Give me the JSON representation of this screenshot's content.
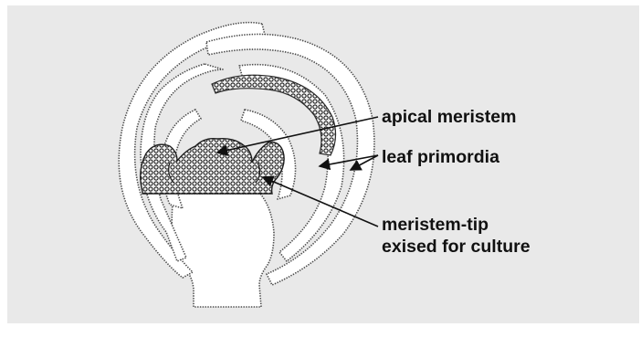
{
  "labels": {
    "apical_meristem": "apical meristem",
    "leaf_primordia": "leaf primordia",
    "meristem_tip_line1": "meristem-tip",
    "meristem_tip_line2": "exised for culture"
  },
  "colors": {
    "background": "#e9e9e9",
    "tissue_fill": "#ffffff",
    "outline_stipple": "#4a4a4a",
    "meristem_dense": "#2b2b2b",
    "text": "#111111"
  }
}
